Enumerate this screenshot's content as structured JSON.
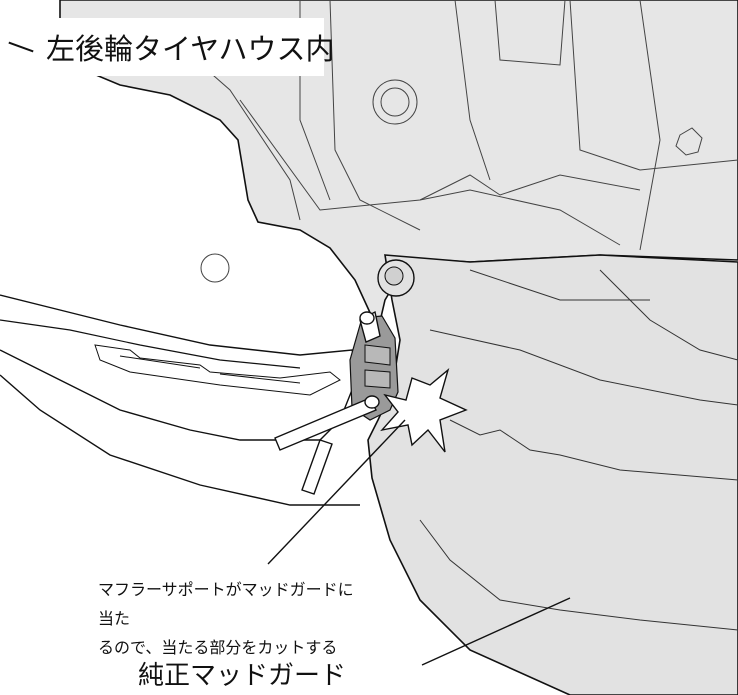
{
  "labels": {
    "location": "左後輪タイヤハウス内",
    "note_line1": "マフラーサポートがマッドガードに当た",
    "note_line2": "るので、当たる部分をカットする",
    "mudguard": "純正マッドガード"
  },
  "colors": {
    "body_panel": "#e6e6e6",
    "mudguard": "#e2e2e2",
    "bracket": "#9a9a9a",
    "line": "#111111",
    "background": "#ffffff"
  }
}
